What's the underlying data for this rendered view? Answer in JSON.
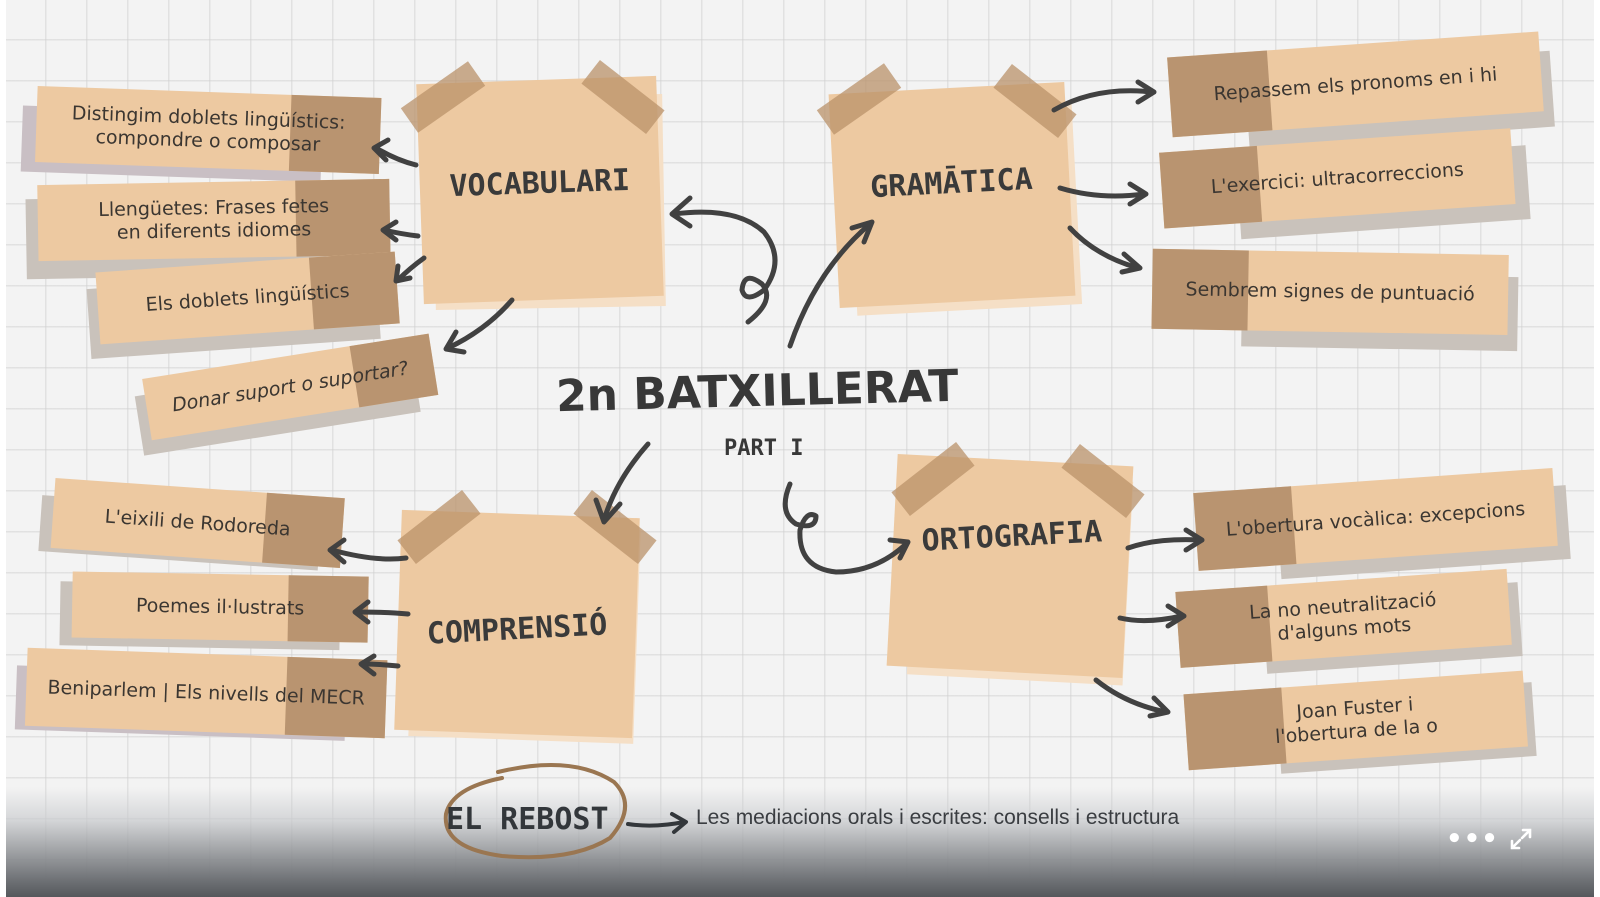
{
  "title": "2n BATXILLERAT",
  "subtitle": "PART I",
  "sections": {
    "vocabulari": {
      "label": "VOCABULARI",
      "items": [
        "Distingim doblets lingüístics:\ncompondre o composar",
        "Llengüetes: Frases fetes\nen diferents idiomes",
        "Els doblets lingüístics",
        "Donar suport o suportar?"
      ]
    },
    "gramatica": {
      "label": "GRAMĀTICA",
      "items": [
        "Repassem els pronoms en i hi",
        "L'exercici: ultracorreccions",
        "Sembrem signes de puntuació"
      ]
    },
    "comprensio": {
      "label": "COMPRENSIÓ",
      "items": [
        "L'eixili de Rodoreda",
        "Poemes il·lustrats",
        "Beniparlem | Els nivells del MECR"
      ]
    },
    "ortografia": {
      "label": "ORTOGRAFIA",
      "items": [
        "L'obertura vocàlica: excepcions",
        "La no neutralització\nd'alguns mots",
        "Joan Fuster i\nl'obertura de la o"
      ]
    }
  },
  "rebost": {
    "label": "EL REBOST",
    "description": "Les mediacions orals i escrites: consells i estructura"
  },
  "controls": {
    "more": "•••",
    "more_icon": "more-options-icon",
    "expand_icon": "fullscreen-expand-icon"
  },
  "colors": {
    "note": "#edc9a1",
    "tape": "#b99169",
    "strip_dark": "#b99470",
    "ink": "#3a3a3a",
    "circle": "#9a7651"
  }
}
